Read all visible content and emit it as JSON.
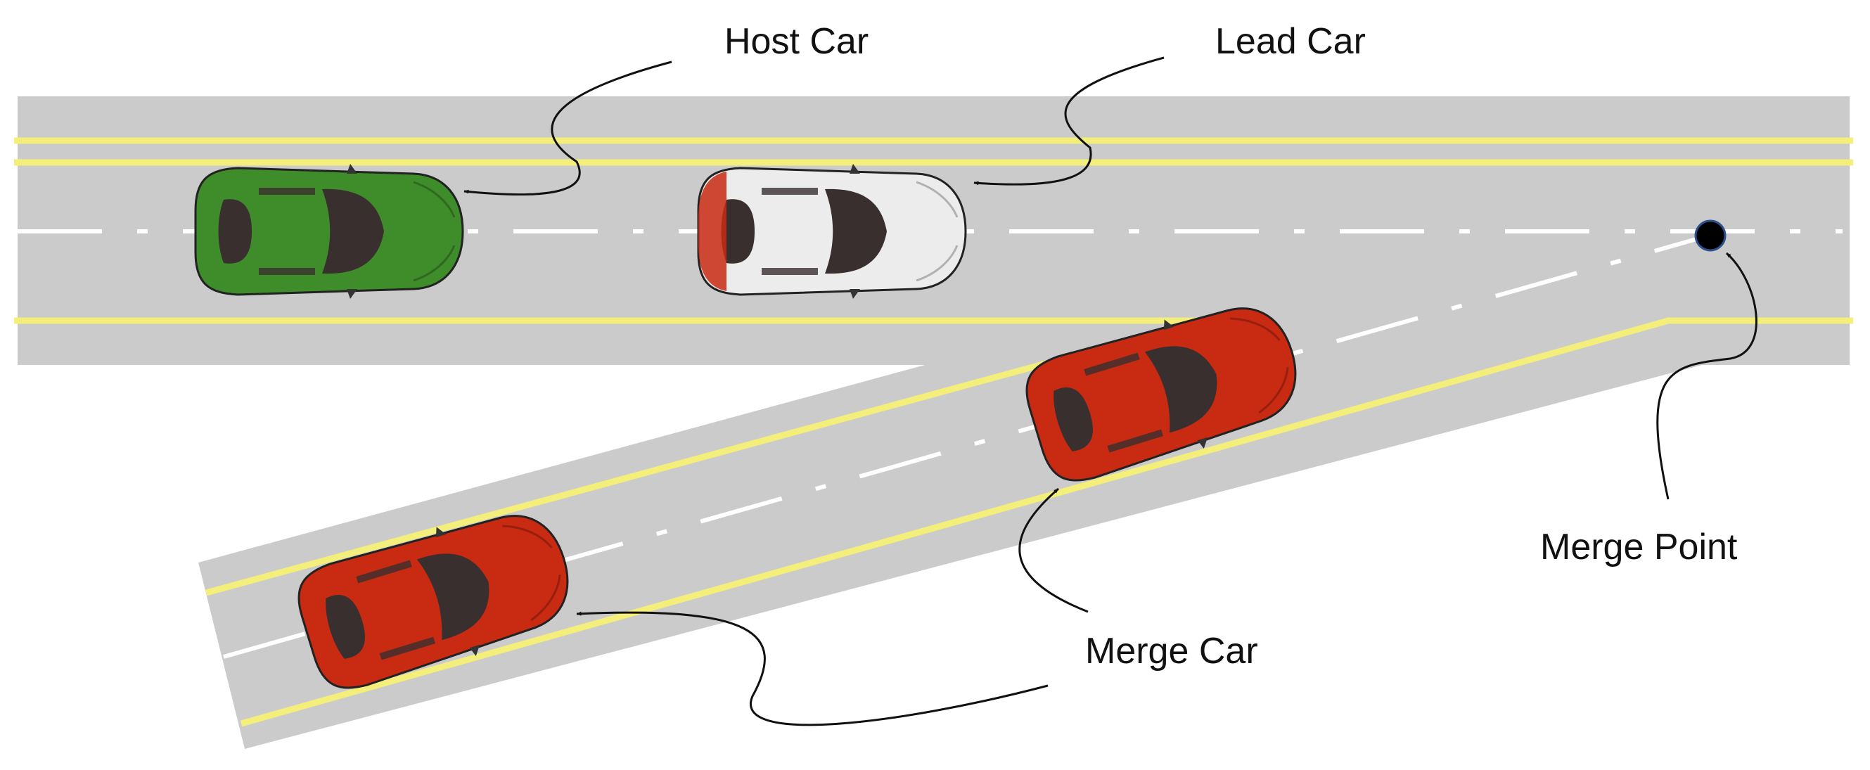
{
  "labels": {
    "host": "Host Car",
    "lead": "Lead Car",
    "merge_point": "Merge Point",
    "merge_car": "Merge Car"
  },
  "colors": {
    "road": "#cbcbcb",
    "lane_edge": "#f4ee7a",
    "center_dash": "#ffffff",
    "host_car": "#3f8c2a",
    "lead_car": "#ececec",
    "merge_car": "#c92a12",
    "merge_point": "#000000",
    "arrow": "#111111"
  },
  "icons": {
    "host": "green-car-icon",
    "lead": "white-car-icon",
    "merge": "red-car-icon",
    "merge_point": "black-dot-icon"
  }
}
